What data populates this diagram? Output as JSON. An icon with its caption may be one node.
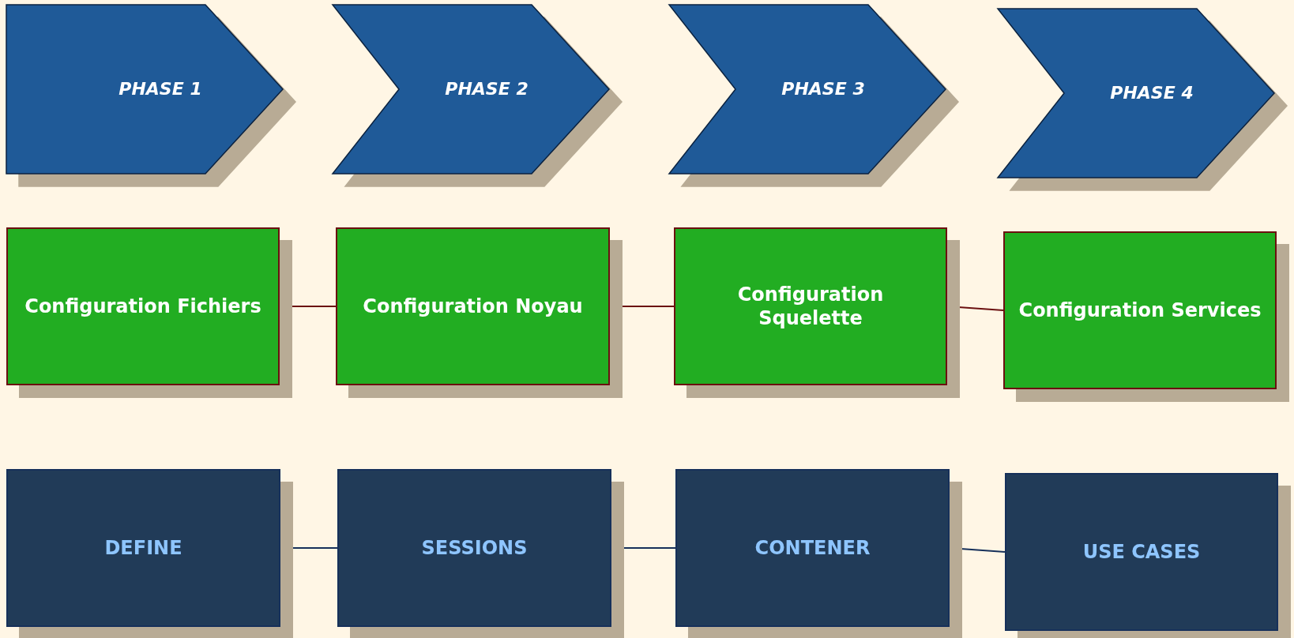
{
  "diagram": {
    "nodes": [
      {
        "text": [
          "PHASE 1"
        ]
      },
      {
        "text": [
          "PHASE 2"
        ]
      },
      {
        "text": [
          "PHASE 3"
        ]
      },
      {
        "text": [
          "PHASE 4"
        ]
      },
      {
        "text": [
          "Configuration Fichiers"
        ]
      },
      {
        "text": [
          "Configuration Noyau"
        ]
      },
      {
        "text": [
          "Configuration Squelette"
        ]
      },
      {
        "text": [
          "Configuration Services"
        ]
      },
      {
        "text": [
          "DEFINE"
        ]
      },
      {
        "text": [
          "SESSIONS"
        ]
      },
      {
        "text": [
          "CONTENER"
        ]
      },
      {
        "text": [
          "USE CASES"
        ]
      }
    ],
    "edges": [
      {
        "from": 4,
        "to": 5,
        "arrow": "none",
        "color": "#6b1010"
      },
      {
        "from": 5,
        "to": 6,
        "arrow": "none",
        "color": "#6b1010"
      },
      {
        "from": 6,
        "to": 7,
        "arrow": "none",
        "color": "#6b1010"
      },
      {
        "from": 8,
        "to": 9,
        "arrow": "none",
        "color": "#16305a"
      },
      {
        "from": 9,
        "to": 10,
        "arrow": "none",
        "color": "#16305a"
      },
      {
        "from": 10,
        "to": 11,
        "arrow": "none",
        "color": "#16305a"
      }
    ]
  }
}
